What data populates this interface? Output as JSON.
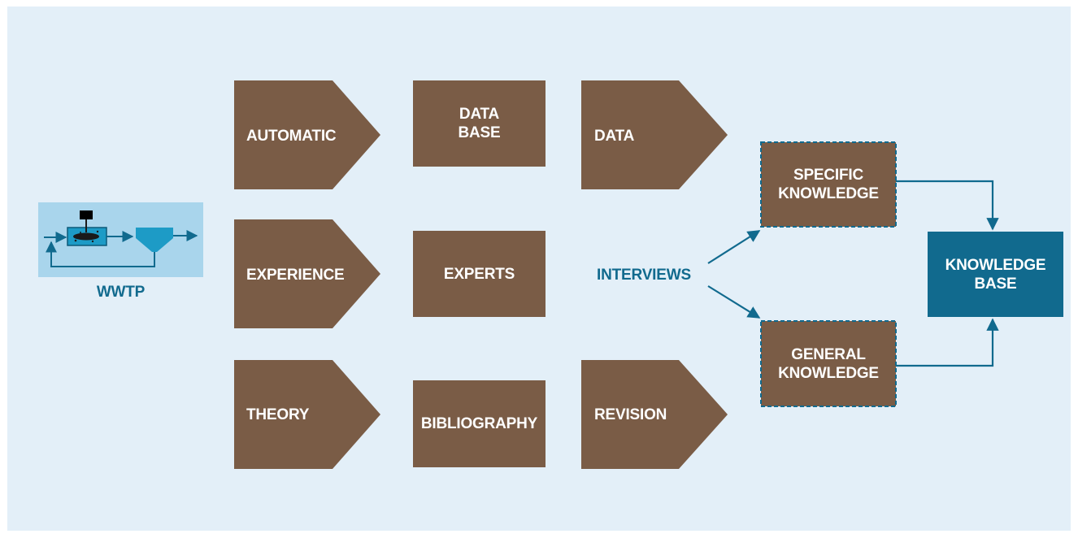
{
  "colors": {
    "background": "#e3eff8",
    "brown_box": "#7a5c46",
    "blue_accent": "#116a8e",
    "plant_panel": "#a9d5ec",
    "tank_fill": "#1d9bc6"
  },
  "plant": {
    "label": "WWTP"
  },
  "sources": {
    "automatic": "AUTOMATIC",
    "experience": "EXPERIENCE",
    "theory": "THEORY"
  },
  "means": {
    "database": "DATA\nBASE",
    "experts": "EXPERTS",
    "bibliography": "BIBLIOGRAPHY"
  },
  "processes": {
    "data": "DATA",
    "interviews": "INTERVIEWS",
    "revision": "REVISION"
  },
  "knowledge": {
    "specific": "SPECIFIC\nKNOWLEDGE",
    "general": "GENERAL\nKNOWLEDGE",
    "base": "KNOWLEDGE\nBASE"
  }
}
